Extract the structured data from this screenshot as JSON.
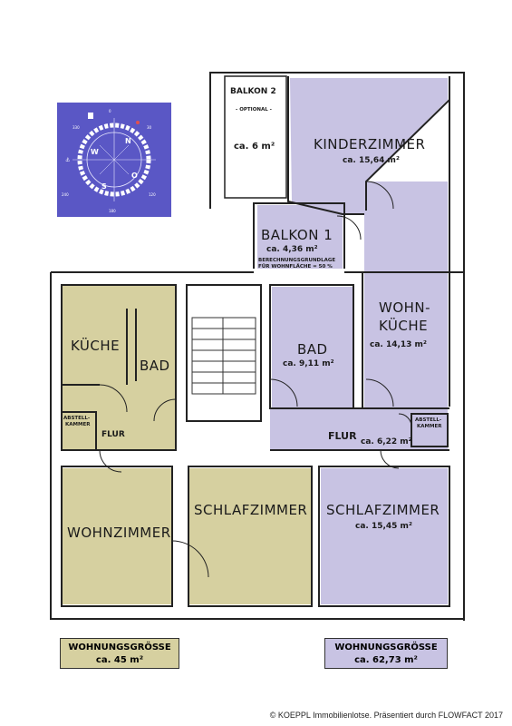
{
  "colors": {
    "olive": "#d6d0a0",
    "lavender": "#c8c3e3",
    "compass_bg": "#5a57c5",
    "wall": "#222222"
  },
  "rooms": {
    "balkon2": {
      "name": "BALKON 2",
      "note": "- OPTIONAL -",
      "area": "ca. 6 m²"
    },
    "kinderzimmer": {
      "name": "KINDERZIMMER",
      "area": "ca. 15,64 m²"
    },
    "balkon1": {
      "name": "BALKON 1",
      "area": "ca. 4,36 m²",
      "note1": "BERECHNUNGSGRUNDLAGE",
      "note2": "FÜR WOHNFLÄCHE = 50 %"
    },
    "wohnkueche": {
      "name1": "WOHN-",
      "name2": "KÜCHE",
      "area": "ca. 14,13 m²"
    },
    "bad_right": {
      "name": "BAD",
      "area": "ca. 9,11 m²"
    },
    "kueche": {
      "name": "KÜCHE"
    },
    "bad_left": {
      "name": "BAD"
    },
    "abstell_left": {
      "line1": "ABSTELL-",
      "line2": "KAMMER"
    },
    "flur_left": {
      "name": "FLUR"
    },
    "flur_right": {
      "name": "FLUR",
      "area": "ca. 6,22 m²"
    },
    "abstell_right": {
      "line1": "ABSTELL-",
      "line2": "KAMMER"
    },
    "wohnzimmer": {
      "name": "WOHNZIMMER"
    },
    "schlafzimmer_left": {
      "name": "SCHLAFZIMMER"
    },
    "schlafzimmer_right": {
      "name": "SCHLAFZIMMER",
      "area": "ca. 15,45 m²"
    }
  },
  "summary_left": {
    "title": "WOHNUNGSGRÖSSE",
    "area": "ca. 45 m²"
  },
  "summary_right": {
    "title": "WOHNUNGSGRÖSSE",
    "area": "ca. 62,73 m²"
  },
  "compass": {
    "letters": [
      "N",
      "O",
      "S",
      "W"
    ]
  },
  "copyright": "© KOEPPL Immobilienlotse. Präsentiert durch FLOWFACT 2017"
}
